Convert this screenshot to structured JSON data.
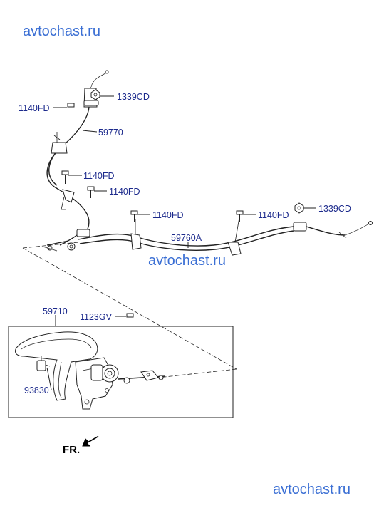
{
  "watermarks": [
    "avtochast.ru",
    "avtochast.ru",
    "avtochast.ru"
  ],
  "parts": {
    "bolt_a": "1140FD",
    "nut_a": "1339CD",
    "cable_front": "59770",
    "bolt_b": "1140FD",
    "bolt_c": "1140FD",
    "bolt_d": "1140FD",
    "bolt_e": "1140FD",
    "nut_b": "1339CD",
    "cable_rear": "59760A",
    "lever_assy": "59710",
    "bolt_f": "1123GV",
    "switch": "93830"
  },
  "fr_label": "FR."
}
